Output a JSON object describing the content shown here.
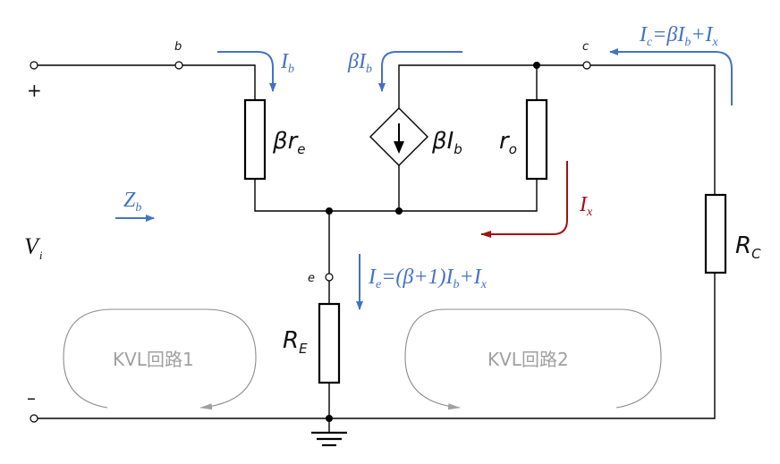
{
  "diagram": {
    "title": "",
    "nodes": {
      "b": "b",
      "c": "c",
      "e": "e"
    },
    "input": {
      "plus": "+",
      "minus": "–",
      "voltage": "V",
      "voltage_sub": "i",
      "impedance": "Z",
      "impedance_sub": "b"
    },
    "components": {
      "beta_re": {
        "main": "βr",
        "sub": "e"
      },
      "dep_source": {
        "main": "βI",
        "sub": "b"
      },
      "ro": {
        "main": "r",
        "sub": "o"
      },
      "RE": {
        "main": "R",
        "sub": "E"
      },
      "RC": {
        "main": "R",
        "sub": "C"
      }
    },
    "currents": {
      "Ib": {
        "main": "I",
        "sub": "b"
      },
      "beta_Ib": {
        "pre": "βI",
        "sub": "b"
      },
      "Ic": {
        "p1": "I",
        "s1": "c",
        "p2": "=βI",
        "s2": "b",
        "p3": "+I",
        "s3": "x"
      },
      "Ix": {
        "main": "I",
        "sub": "x"
      },
      "Ie": {
        "p1": "I",
        "s1": "e",
        "p2": "=(β+1)I",
        "s2": "b",
        "p3": "+I",
        "s3": "x"
      }
    },
    "loops": {
      "loop1": "KVL回路1",
      "loop2": "KVL回路2"
    },
    "colors": {
      "current_blue": "#4472c4",
      "current_red": "#a50f15",
      "loop_gray": "#a0a0a0",
      "wire": "#000000"
    }
  }
}
